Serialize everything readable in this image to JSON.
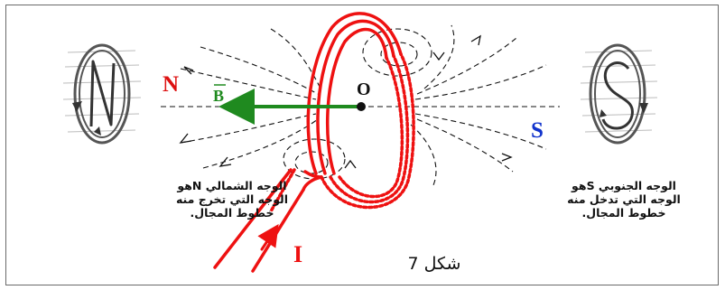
{
  "figure_label": "شكل 7",
  "labels": {
    "north": "N",
    "south": "S",
    "field": "B",
    "center": "O",
    "current": "I"
  },
  "captions": {
    "north_face": [
      "الوجه الشمالي Nهو",
      "الوجه التي تخرج منه",
      "خطوط المجال."
    ],
    "south_face": [
      "الوجه الجنوبي Sهو",
      "الوجه التي تدخل منه",
      "خطوط المجال."
    ]
  },
  "icons": {
    "north_face": "letter-N-with-clockwise-arrow-icon",
    "south_face": "letter-S-with-counterclockwise-arrow-icon"
  },
  "colors": {
    "coil": "#ee1111",
    "field_vector": "#1f8a1f",
    "north_label": "#dd1111",
    "south_label": "#1133cc",
    "field_lines": "#111111"
  }
}
